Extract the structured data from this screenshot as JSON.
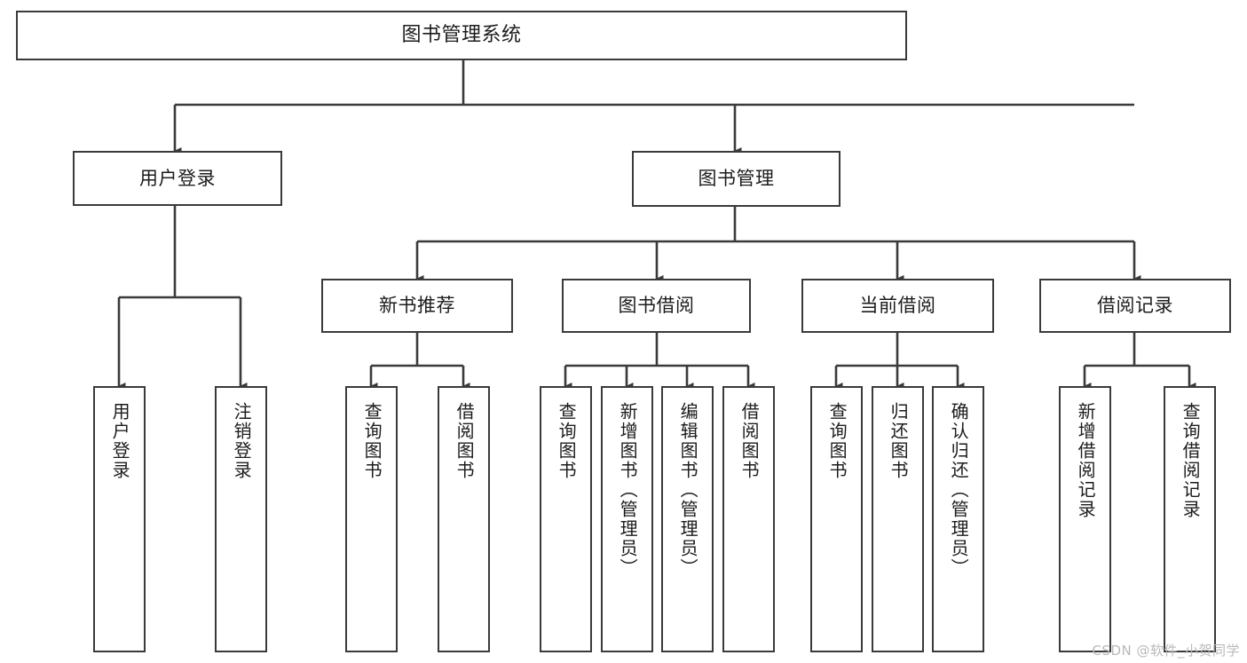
{
  "diagram": {
    "type": "tree",
    "title": "图书管理系统",
    "watermark": "CSDN @软件_小贺同学",
    "colors": {
      "stroke": "#3a3a3a",
      "fill": "#ffffff",
      "text": "#1c1c1c",
      "watermark": "#b9b9b9"
    }
  },
  "nodes": {
    "root": {
      "label": "图书管理系统"
    },
    "level1": [
      {
        "id": "user-login",
        "label": "用户登录"
      },
      {
        "id": "book-management",
        "label": "图书管理"
      }
    ],
    "level2": [
      {
        "id": "new-book-recommend",
        "label": "新书推荐"
      },
      {
        "id": "book-borrow",
        "label": "图书借阅"
      },
      {
        "id": "current-borrow",
        "label": "当前借阅"
      },
      {
        "id": "borrow-record",
        "label": "借阅记录"
      }
    ],
    "leaves": {
      "user_login": [
        {
          "id": "leaf-user-login",
          "label": "用户登录"
        },
        {
          "id": "leaf-logout-login",
          "label": "注销登录"
        }
      ],
      "new_book_recommend": [
        {
          "id": "leaf-query-book-1",
          "label": "查询图书"
        },
        {
          "id": "leaf-borrow-book-1",
          "label": "借阅图书"
        }
      ],
      "book_borrow": [
        {
          "id": "leaf-query-book-2",
          "label": "查询图书"
        },
        {
          "id": "leaf-add-book",
          "label": "新增图书（管理员）"
        },
        {
          "id": "leaf-edit-book",
          "label": "编辑图书（管理员）"
        },
        {
          "id": "leaf-borrow-book-2",
          "label": "借阅图书"
        }
      ],
      "current_borrow": [
        {
          "id": "leaf-query-book-3",
          "label": "查询图书"
        },
        {
          "id": "leaf-return-book",
          "label": "归还图书"
        },
        {
          "id": "leaf-confirm-return",
          "label": "确认归还（管理员）"
        }
      ],
      "borrow_record": [
        {
          "id": "leaf-add-record",
          "label": "新增借阅记录"
        },
        {
          "id": "leaf-query-record",
          "label": "查询借阅记录"
        }
      ]
    }
  }
}
